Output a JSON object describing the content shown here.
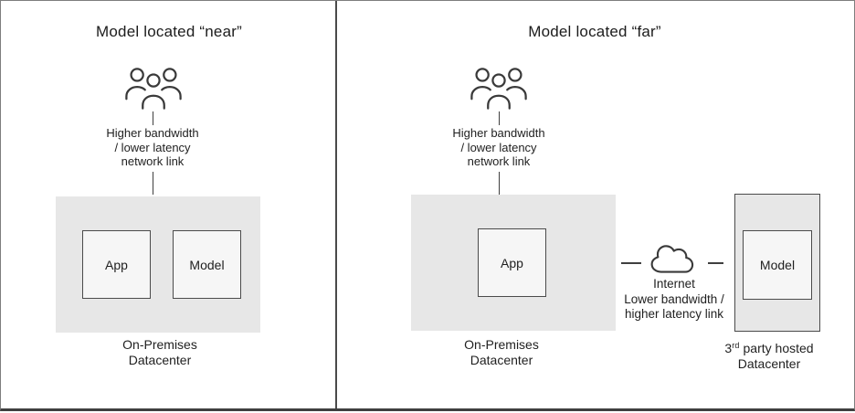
{
  "diagram": {
    "near": {
      "title": "Model located “near”",
      "network_link_label": {
        "line1": "Higher bandwidth",
        "line2": "/ lower latency",
        "line3": "network link"
      },
      "app_box": "App",
      "model_box": "Model",
      "datacenter_label": {
        "line1": "On-Premises",
        "line2": "Datacenter"
      }
    },
    "far": {
      "title": "Model located “far”",
      "network_link_label": {
        "line1": "Higher bandwidth",
        "line2": "/ lower latency",
        "line3": "network link"
      },
      "app_box": "App",
      "onprem_datacenter_label": {
        "line1": "On-Premises",
        "line2": "Datacenter"
      },
      "internet_label": "Internet",
      "wan_link_label": {
        "line1": "Lower bandwidth /",
        "line2": "higher latency link"
      },
      "model_box": "Model",
      "third_party_label": {
        "prefix": "3",
        "superscript": "rd",
        "suffix": " party hosted",
        "line2": "Datacenter"
      }
    },
    "icons": {
      "people": "people-group-icon",
      "cloud": "cloud-icon"
    },
    "colors": {
      "datacenter_fill": "#e7e7e7",
      "inner_box_fill": "#f6f6f6",
      "box_border": "#4b4b4b",
      "frame_border": "#7e7e7e",
      "divider": "#4a4a4a",
      "text": "#1f1f1f"
    }
  }
}
